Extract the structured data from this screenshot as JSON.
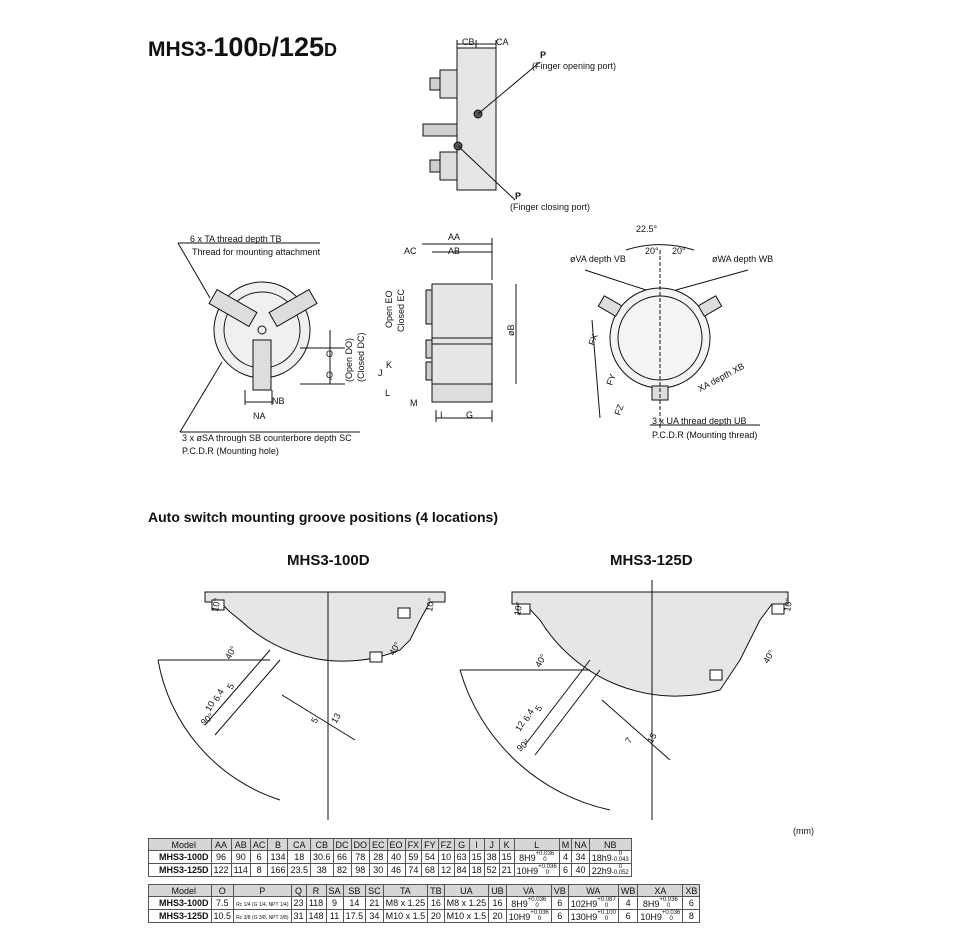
{
  "title": {
    "prefix": "MHS3-",
    "size1": "100",
    "suffix1": "D",
    "sep": "/",
    "size2": "125",
    "suffix2": "D"
  },
  "section_title": "Auto switch mounting groove positions (4 locations)",
  "diagram_labels": {
    "cb": "CB",
    "ca": "CA",
    "p_open": "P",
    "p_open_desc": "(Finger opening port)",
    "p_close": "P",
    "p_close_desc": "(Finger closing port)",
    "ta": "6 x TA thread depth TB",
    "ta_desc": "Thread for mounting attachment",
    "sa": "3 x øSA through  SB counterbore depth SC",
    "sa_desc": "P.C.D.R (Mounting hole)",
    "na": "NA",
    "nb": "NB",
    "o": "O",
    "q": "Q",
    "open_do": "(Open DO)",
    "closed_dc": "(Closed DC)",
    "open_eo": "Open EO",
    "closed_ec": "Closed EC",
    "aa": "AA",
    "ab": "AB",
    "ac": "AC",
    "ob": "øB",
    "j": "J",
    "k": "K",
    "l": "L",
    "m": "M",
    "i": "I",
    "g": "G",
    "ang225": "22.5°",
    "ang20a": "20°",
    "ang20b": "20°",
    "va": "øVA depth VB",
    "wa": "øWA depth WB",
    "fx": "FX",
    "fy": "FY",
    "fz": "FZ",
    "xa": "XA depth XB",
    "ua": "3 x UA thread depth UB",
    "ua_desc": "P.C.D.R (Mounting thread)"
  },
  "groove": {
    "left": {
      "model": "MHS3-100D",
      "d10a": "10°",
      "d10b": "10°",
      "d40a": "40°",
      "d40b": "40°",
      "d90": "90°",
      "a5": "5",
      "a64": "6.4",
      "a10": "10",
      "b5": "5",
      "b13": "13"
    },
    "right": {
      "model": "MHS3-125D",
      "d10a": "10°",
      "d10b": "10°",
      "d40a": "40°",
      "d40b": "40°",
      "d90": "90°",
      "a5": "5",
      "a64": "6.4",
      "a12": "12",
      "b7": "7",
      "b15": "15"
    }
  },
  "unit": "(mm)",
  "table1": {
    "headers": [
      "Model",
      "AA",
      "AB",
      "AC",
      "B",
      "CA",
      "CB",
      "DC",
      "DO",
      "EC",
      "EO",
      "FX",
      "FY",
      "FZ",
      "G",
      "I",
      "J",
      "K",
      "L",
      "M",
      "NA",
      "NB"
    ],
    "rows": [
      [
        "MHS3-100D",
        "96",
        "90",
        "6",
        "134",
        "18",
        "30.6",
        "66",
        "78",
        "28",
        "40",
        "59",
        "54",
        "10",
        "63",
        "15",
        "38",
        "15",
        "8H9",
        "4",
        "34",
        "18h9"
      ],
      [
        "MHS3-125D",
        "122",
        "114",
        "8",
        "166",
        "23.5",
        "38",
        "82",
        "98",
        "30",
        "46",
        "74",
        "68",
        "12",
        "84",
        "18",
        "52",
        "21",
        "10H9",
        "6",
        "40",
        "22h9"
      ]
    ],
    "tol_L": [
      [
        "+0.036",
        "0"
      ],
      [
        "+0.036",
        "0"
      ]
    ],
    "tol_NB": [
      [
        "0",
        "-0.043"
      ],
      [
        "0",
        "-0.052"
      ]
    ]
  },
  "table2": {
    "headers": [
      "Model",
      "O",
      "P",
      "Q",
      "R",
      "SA",
      "SB",
      "SC",
      "TA",
      "TB",
      "UA",
      "UB",
      "VA",
      "VB",
      "WA",
      "WB",
      "XA",
      "XB"
    ],
    "rows": [
      [
        "MHS3-100D",
        "7.5",
        "Rc 1/4 (G 1/4, NPT 1/4)",
        "23",
        "118",
        "9",
        "14",
        "21",
        "M8 x 1.25",
        "16",
        "M8 x 1.25",
        "16",
        "8H9",
        "6",
        "102H9",
        "4",
        "8H9",
        "6"
      ],
      [
        "MHS3-125D",
        "10.5",
        "Rc 3/8 (G 3/8, NPT 3/8)",
        "31",
        "148",
        "11",
        "17.5",
        "34",
        "M10 x 1.5",
        "20",
        "M10 x 1.5",
        "20",
        "10H9",
        "6",
        "130H9",
        "6",
        "10H9",
        "8"
      ]
    ],
    "tol_VA": [
      [
        "+0.036",
        "0"
      ],
      [
        "+0.036",
        "0"
      ]
    ],
    "tol_WA": [
      [
        "+0.087",
        "0"
      ],
      [
        "+0.100",
        "0"
      ]
    ],
    "tol_XA": [
      [
        "+0.036",
        "0"
      ],
      [
        "+0.036",
        "0"
      ]
    ]
  }
}
